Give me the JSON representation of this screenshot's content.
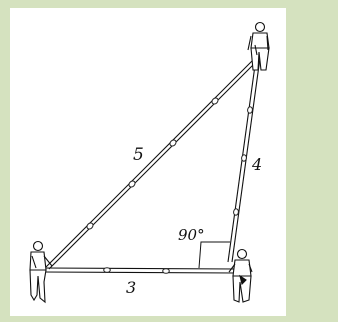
{
  "figure": {
    "colors": {
      "background": "#d5e2bf",
      "panel": "#ffffff",
      "ink": "#111111",
      "knots": "#333333"
    },
    "ropes": [
      {
        "id": "hypotenuse",
        "label": "5",
        "knots": 4
      },
      {
        "id": "vertical-side",
        "label": "4",
        "knots": 3
      },
      {
        "id": "base",
        "label": "3",
        "knots": 2
      }
    ],
    "right_angle_label": "90°",
    "figures": [
      "person-top-right",
      "person-left",
      "person-bottom-right"
    ]
  }
}
